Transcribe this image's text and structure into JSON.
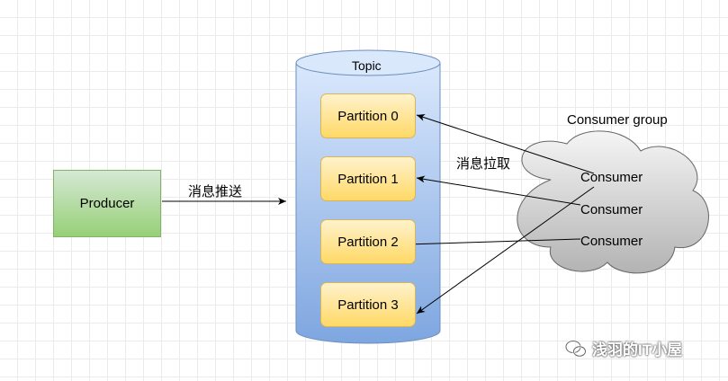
{
  "producer": {
    "label": "Producer"
  },
  "push_label": "消息推送",
  "topic": {
    "label": "Topic"
  },
  "partitions": [
    "Partition 0",
    "Partition 1",
    "Partition 2",
    "Partition 3"
  ],
  "pull_label": "消息拉取",
  "consumer_group": {
    "label": "Consumer group",
    "consumers": [
      "Consumer",
      "Consumer",
      "Consumer"
    ]
  },
  "watermark": {
    "text": "浅羽的IT小屋",
    "icon": "wechat-icon"
  }
}
